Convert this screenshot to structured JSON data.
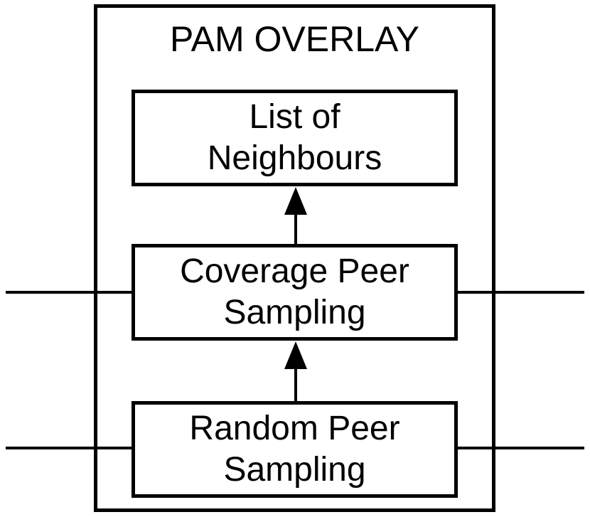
{
  "diagram": {
    "title": "PAM OVERLAY",
    "boxes": [
      {
        "id": "list-of-neighbours",
        "line1": "List of",
        "line2": "Neighbours"
      },
      {
        "id": "coverage-peer-sampling",
        "line1": "Coverage Peer",
        "line2": "Sampling"
      },
      {
        "id": "random-peer-sampling",
        "line1": "Random Peer",
        "line2": "Sampling"
      }
    ],
    "arrows": [
      {
        "from": "random-peer-sampling",
        "to": "coverage-peer-sampling",
        "direction": "up"
      },
      {
        "from": "coverage-peer-sampling",
        "to": "list-of-neighbours",
        "direction": "up"
      }
    ],
    "connector_lines": [
      {
        "attached_to": "coverage-peer-sampling",
        "side": "left"
      },
      {
        "attached_to": "coverage-peer-sampling",
        "side": "right"
      },
      {
        "attached_to": "random-peer-sampling",
        "side": "left"
      },
      {
        "attached_to": "random-peer-sampling",
        "side": "right"
      }
    ],
    "colors": {
      "stroke": "#000000",
      "background": "#ffffff"
    }
  }
}
